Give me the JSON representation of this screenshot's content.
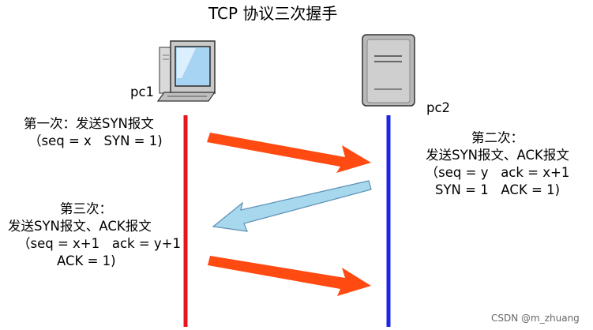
{
  "title": "TCP 协议三次握手",
  "hosts": {
    "left": "pc1",
    "right": "pc2"
  },
  "steps": {
    "first": {
      "lines": [
        "第一次：发送SYN报文",
        "（seq = x   SYN = 1)"
      ]
    },
    "second": {
      "lines": [
        "第二次：",
        "发送SYN报文、ACK报文",
        "（seq = y   ack = x+1",
        "SYN = 1   ACK = 1)"
      ]
    },
    "third": {
      "lines": [
        "第三次：",
        "发送SYN报文、ACK报文",
        "（seq = x+1   ack = y+1",
        "ACK = 1)"
      ]
    }
  },
  "watermark": "CSDN @m_zhuang",
  "colors": {
    "pc1_line": "#e8161a",
    "pc2_line": "#1c27e6",
    "syn_arrow": "#ff4a12",
    "ack_arrow": "#a8d8ee",
    "ack_arrow_stroke": "#5a8fb4"
  }
}
